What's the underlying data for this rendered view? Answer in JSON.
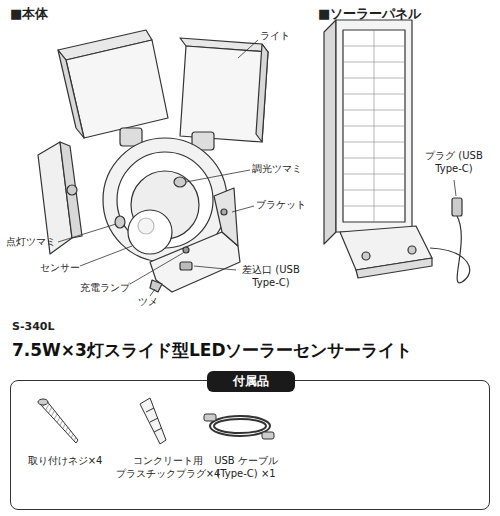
{
  "diagram": {
    "title": "7.5W×3灯スライド型LEDソーラーセンサーライト",
    "nodes": [
      {
        "text": [
          "付属品"
        ]
      }
    ],
    "edges": [],
    "labels": [
      "■本体",
      "■ソーラーパネル",
      "ライト",
      "調光ツマミ",
      "ブラケット",
      "点灯ツマミ",
      "センサー",
      "充電ランプ",
      "ツメ",
      "差込口 (USB Type-C)",
      "プラグ (USB Type-C)",
      "S-340L",
      "取り付けネジ×4",
      "コンクリート用 プラスチックプラグ×4",
      "USB ケーブル (Type-C) ×1"
    ]
  }
}
